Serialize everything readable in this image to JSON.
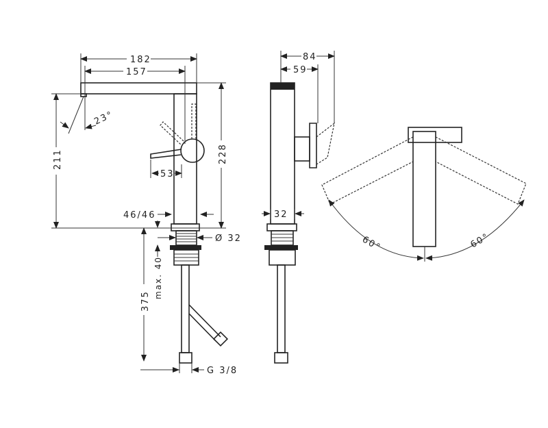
{
  "drawing": {
    "front_view": {
      "dim_total_projection": "182",
      "dim_spout_projection": "157",
      "dim_spout_angle": "23°",
      "dim_spout_height": "211",
      "dim_total_height": "228",
      "dim_lever_length": "53",
      "dim_body_size": "46/46",
      "dim_thread_diameter": "Ø 32",
      "dim_hose_length": "375",
      "dim_max_thickness": "max. 40",
      "dim_connection": "G 3/8"
    },
    "side_view": {
      "dim_total_depth": "84",
      "dim_lever_depth": "59",
      "dim_body_width": "32"
    },
    "top_view": {
      "angle_left": "60°",
      "angle_right": "60°"
    }
  },
  "colors": {
    "line": "#222222",
    "background": "#ffffff"
  }
}
